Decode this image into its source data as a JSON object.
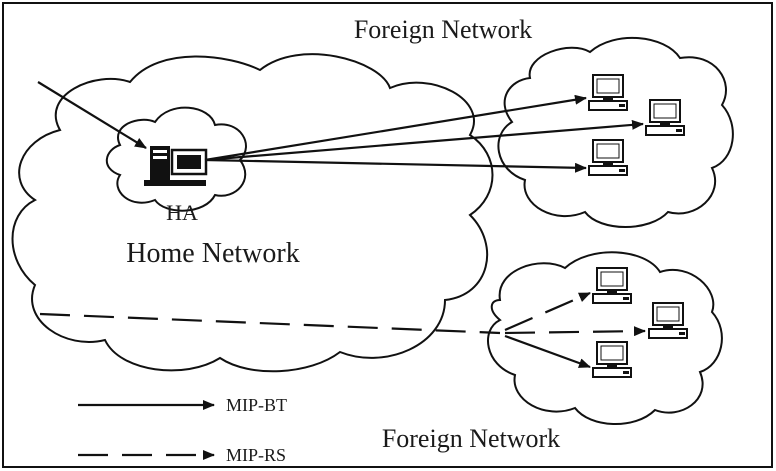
{
  "labels": {
    "foreign_network_top": "Foreign Network",
    "foreign_network_bottom": "Foreign Network",
    "home_network": "Home Network",
    "home_agent": "HA"
  },
  "legend": {
    "solid_label": "MIP-BT",
    "dashed_label": "MIP-RS"
  },
  "icons": {
    "computer": "computer-icon",
    "server": "server-icon"
  }
}
